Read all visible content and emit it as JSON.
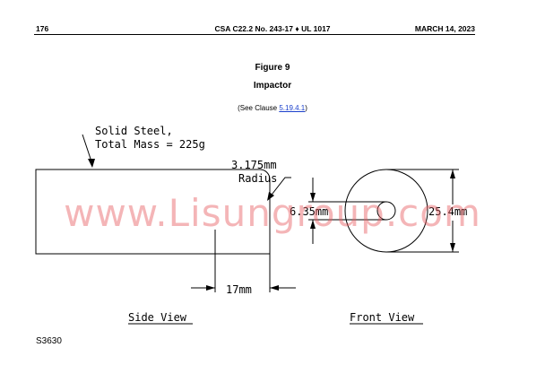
{
  "header": {
    "page_number": "176",
    "standard": "CSA C22.2 No. 243-17 ♦ UL 1017",
    "date": "MARCH 14, 2023"
  },
  "figure": {
    "number": "Figure 9",
    "title": "Impactor",
    "see_prefix": "(See Clause ",
    "see_clause": "5.19.4.1",
    "see_suffix": ")"
  },
  "drawing": {
    "material_line1": "Solid Steel,",
    "material_line2": "Total Mass = 225g",
    "radius_line1": "3.175mm",
    "radius_line2": "Radius",
    "inner_dim": "6.35mm",
    "outer_dim": "25.4mm",
    "length_dim": "17mm",
    "side_view_label": "Side View",
    "front_view_label": "Front View"
  },
  "watermark": "www.Lisungroup.com",
  "drawing_code": "S3630"
}
